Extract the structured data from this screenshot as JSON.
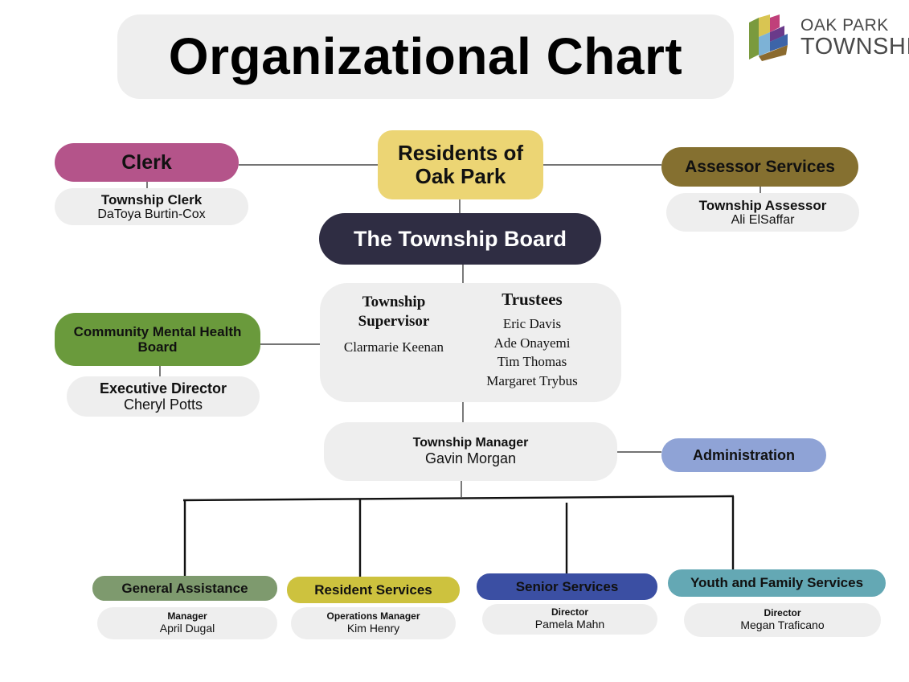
{
  "title": "Organizational Chart",
  "logo": {
    "line1": "OAK PARK",
    "line2": "TOWNSHIP",
    "colors": [
      "#7db2d6",
      "#3d64a8",
      "#6a3a8a",
      "#c0407a",
      "#d9c552",
      "#7a9a3e",
      "#8b6a2e"
    ]
  },
  "residents": {
    "line1": "Residents of",
    "line2": "Oak Park",
    "color": "#ecd574"
  },
  "clerk": {
    "label": "Clerk",
    "title": "Township Clerk",
    "person": "DaToya Burtin-Cox",
    "color": "#b4548a"
  },
  "assessor": {
    "label": "Assessor Services",
    "title": "Township Assessor",
    "person": "Ali ElSaffar",
    "color": "#857030"
  },
  "board": {
    "label": "The Township Board",
    "color": "#2f2d43"
  },
  "supervisor": {
    "line1": "Township",
    "line2": "Supervisor",
    "person": "Clarmarie Keenan"
  },
  "trustees": {
    "label": "Trustees",
    "members": [
      "Eric Davis",
      "Ade Onayemi",
      "Tim Thomas",
      "Margaret Trybus"
    ]
  },
  "mental_health": {
    "line1": "Community Mental Health",
    "line2": "Board",
    "title": "Executive Director",
    "person": "Cheryl Potts",
    "color": "#6a9a3c"
  },
  "manager": {
    "title": "Township Manager",
    "person": "Gavin Morgan"
  },
  "administration": {
    "label": "Administration",
    "color": "#8fa3d6"
  },
  "departments": [
    {
      "label": "General Assistance",
      "title": "Manager",
      "person": "April Dugal",
      "color": "#7e9a6e"
    },
    {
      "label": "Resident Services",
      "title": "Operations Manager",
      "person": "Kim Henry",
      "color": "#cdc23e"
    },
    {
      "label": "Senior Services",
      "title": "Director",
      "person": "Pamela Mahn",
      "color": "#3b4fa3"
    },
    {
      "label": "Youth and Family Services",
      "title": "Director",
      "person": "Megan Traficano",
      "color": "#64a8b4"
    }
  ]
}
